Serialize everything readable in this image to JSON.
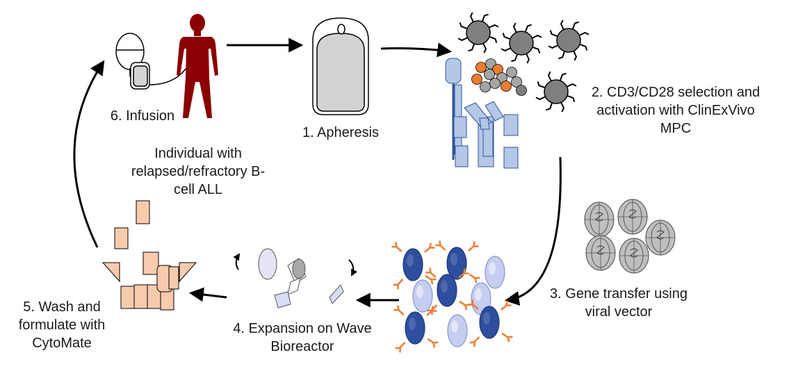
{
  "colors": {
    "arrow": "#000000",
    "body": "#8b0000",
    "bag_fill": "#d3d3d3",
    "tcell": "#7f7f7f",
    "bead_orange": "#ed7d31",
    "bead_gray": "#a5a5a5",
    "device_blue": "#b4c7e7",
    "device_stroke": "#2f5597",
    "cell_dark": "#2e4e9e",
    "cell_light": "#c5cdf0",
    "antibody": "#ed7d31",
    "virus": "#bfbfbf",
    "wave_panel": "#d6dcf5",
    "cytomate": "#f8cbad"
  },
  "icons": {
    "patient": "human-body-icon",
    "iv_bag": "iv-bag-icon",
    "apheresis": "blood-bag-icon",
    "clinexvivo": "magnetic-separator-icon",
    "virus": "viral-vector-icon",
    "bioreactor": "wave-bioreactor-icon",
    "cytomate": "cytomate-device-icon"
  },
  "steps": {
    "apheresis": [
      "1. Apheresis"
    ],
    "selection": [
      "2. CD3/CD28 selection and",
      "activation with ClinExVivo",
      "MPC"
    ],
    "gene_transfer": [
      "3. Gene transfer using",
      "viral vector"
    ],
    "expansion": [
      "4. Expansion on Wave",
      "Bioreactor"
    ],
    "wash": [
      "5. Wash and",
      "formulate with",
      "CytoMate"
    ],
    "infusion": [
      "6. Infusion"
    ]
  },
  "patient": [
    "Individual with",
    "relapsed/refractory B-",
    "cell ALL"
  ]
}
